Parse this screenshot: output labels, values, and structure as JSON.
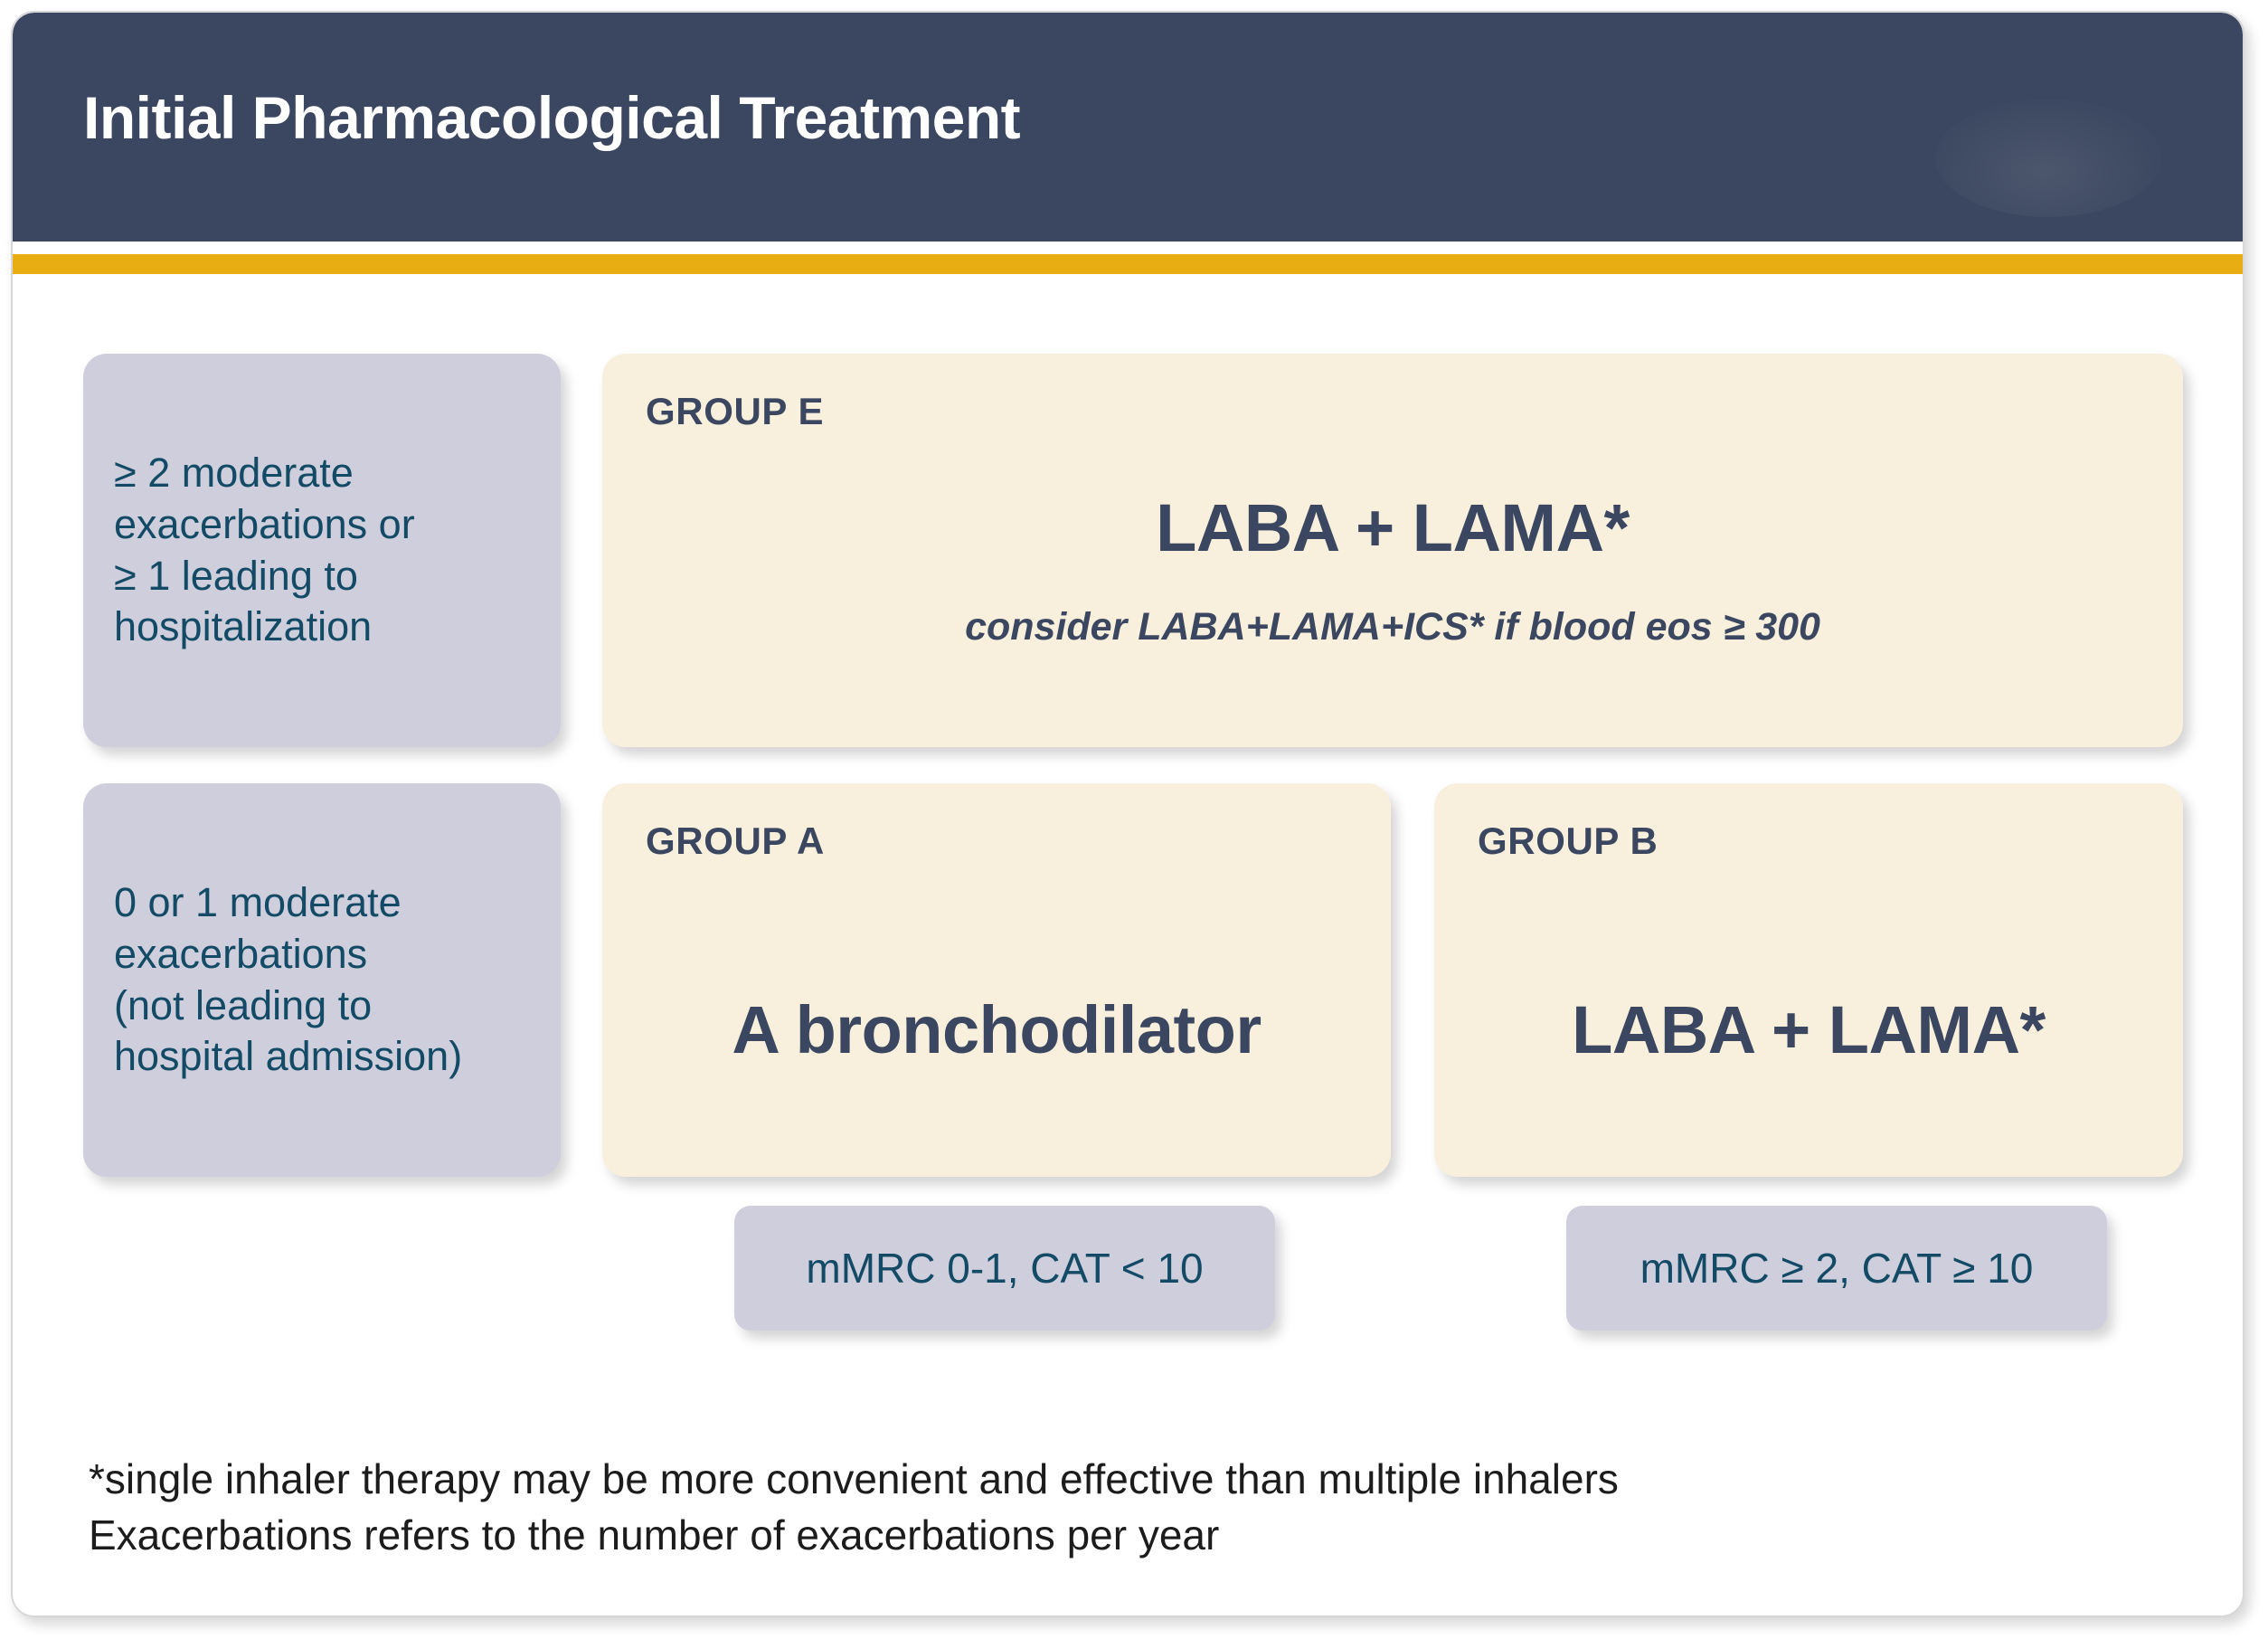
{
  "header": {
    "title": "Initial Pharmacological Treatment",
    "watermark": "gold-logo-watermark",
    "navy_color": "#3b4760",
    "gold_color": "#e8ad13"
  },
  "palette": {
    "cream_box": "#f8f0dd",
    "gray_box": "#cfcedc",
    "group_text": "#3b4760",
    "criteria_text": "#134b66",
    "footnote_text": "#1c1c1c",
    "card_border": "#d7d7da"
  },
  "exacerbation_criteria": [
    {
      "id": "severe",
      "text": "≥ 2 moderate\nexacerbations or\n≥ 1 leading to\nhospitalization"
    },
    {
      "id": "mild",
      "text": "0 or 1 moderate\nexacerbations\n(not leading to\nhospital admission)"
    }
  ],
  "groups": [
    {
      "id": "E",
      "label": "GROUP E",
      "treatment": "LABA + LAMA*",
      "note": "consider LABA+LAMA+ICS* if blood eos ≥ 300",
      "symptom_criteria": null
    },
    {
      "id": "A",
      "label": "GROUP A",
      "treatment": "A bronchodilator",
      "note": null,
      "symptom_criteria": "mMRC 0-1, CAT < 10"
    },
    {
      "id": "B",
      "label": "GROUP B",
      "treatment": "LABA + LAMA*",
      "note": null,
      "symptom_criteria": "mMRC ≥ 2, CAT ≥ 10"
    }
  ],
  "footnotes": [
    "*single inhaler therapy may be more convenient and effective than multiple inhalers",
    "Exacerbations refers to the number of exacerbations per year"
  ]
}
